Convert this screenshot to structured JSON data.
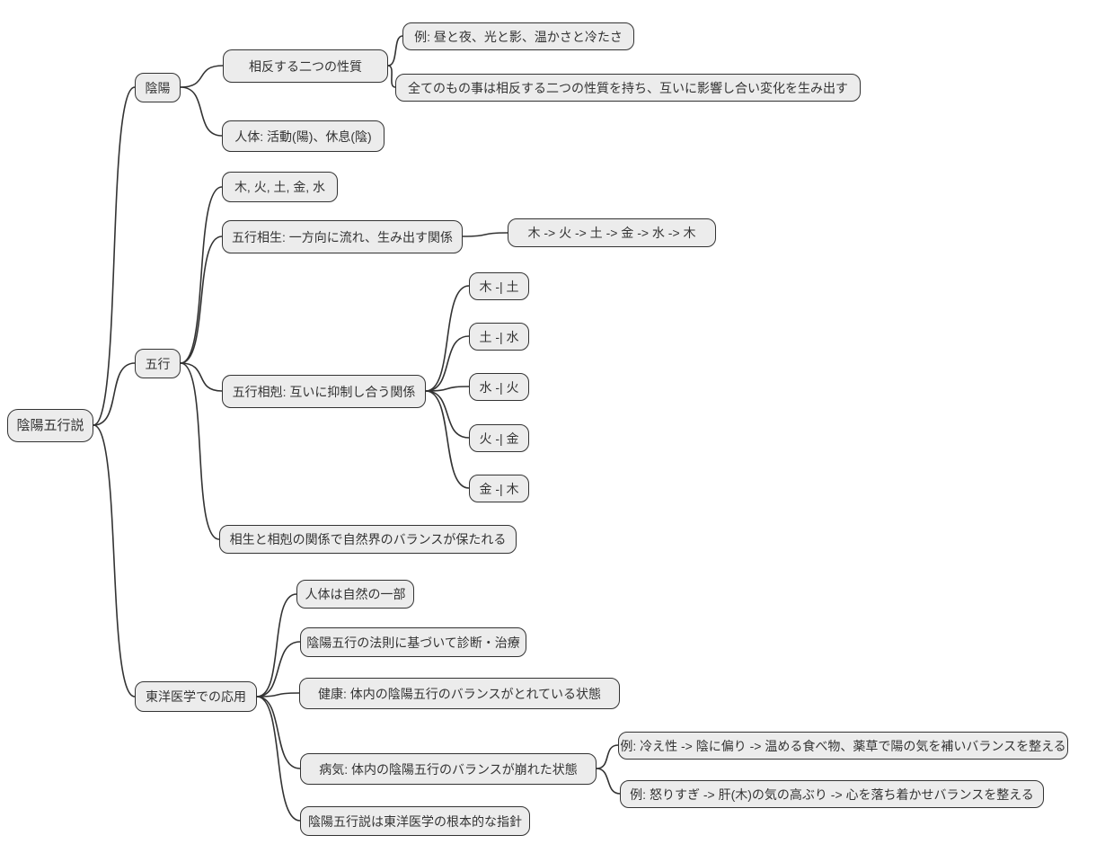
{
  "diagram_type": "mindmap",
  "colors": {
    "background": "#ffffff",
    "node_fill": "#ececec",
    "node_border": "#333333",
    "edge": "#333333",
    "text": "#333333"
  },
  "tree": {
    "label": "陰陽五行説",
    "children": [
      {
        "label": "陰陽",
        "children": [
          {
            "label": "相反する二つの性質",
            "children": [
              {
                "label": "例: 昼と夜、光と影、温かさと冷たさ"
              },
              {
                "label": "全てのもの事は相反する二つの性質を持ち、互いに影響し合い変化を生み出す"
              }
            ]
          },
          {
            "label": "人体: 活動(陽)、休息(陰)"
          }
        ]
      },
      {
        "label": "五行",
        "children": [
          {
            "label": "木, 火, 土, 金, 水"
          },
          {
            "label": "五行相生: 一方向に流れ、生み出す関係",
            "children": [
              {
                "label": "木 -> 火 -> 土 -> 金 -> 水 -> 木"
              }
            ]
          },
          {
            "label": "五行相剋: 互いに抑制し合う関係",
            "children": [
              {
                "label": "木 -| 土"
              },
              {
                "label": "土 -| 水"
              },
              {
                "label": "水 -| 火"
              },
              {
                "label": "火 -| 金"
              },
              {
                "label": "金 -| 木"
              }
            ]
          },
          {
            "label": "相生と相剋の関係で自然界のバランスが保たれる"
          }
        ]
      },
      {
        "label": "東洋医学での応用",
        "children": [
          {
            "label": "人体は自然の一部"
          },
          {
            "label": "陰陽五行の法則に基づいて診断・治療"
          },
          {
            "label": "健康: 体内の陰陽五行のバランスがとれている状態"
          },
          {
            "label": "病気: 体内の陰陽五行のバランスが崩れた状態",
            "children": [
              {
                "label": "例: 冷え性 -> 陰に偏り -> 温める食べ物、薬草で陽の気を補いバランスを整える"
              },
              {
                "label": "例: 怒りすぎ -> 肝(木)の気の高ぶり -> 心を落ち着かせバランスを整える"
              }
            ]
          },
          {
            "label": "陰陽五行説は東洋医学の根本的な指針"
          }
        ]
      }
    ]
  }
}
